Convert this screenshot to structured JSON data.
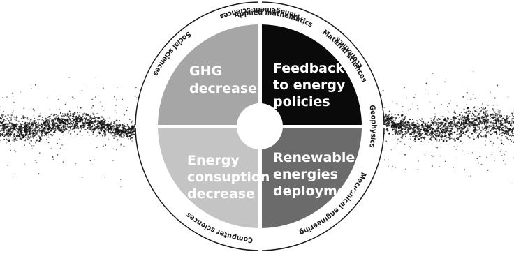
{
  "colors": {
    "ring": "#ffffff",
    "ring_stroke": "#1a1a1a",
    "gap": "#ffffff",
    "particles": "#111111"
  },
  "quadrants": [
    {
      "id": "ghg",
      "lines": [
        "GHG",
        "decrease"
      ],
      "fill": "#a6a6a6",
      "text_color": "#ffffff"
    },
    {
      "id": "feedback",
      "lines": [
        "Feedback",
        "to energy",
        "policies"
      ],
      "fill": "#0a0a0a",
      "text_color": "#ffffff"
    },
    {
      "id": "consumption",
      "lines": [
        "Energy",
        "consuption",
        "decrease"
      ],
      "fill": "#c4c4c4",
      "text_color": "#ffffff"
    },
    {
      "id": "renewable",
      "lines": [
        "Renewable",
        "energies",
        "deployment"
      ],
      "fill": "#6b6b6b",
      "text_color": "#ffffff"
    }
  ],
  "disciplines": [
    "Geophysics",
    "Mechanical engineering",
    "Computer sciences",
    "Economics",
    "Management sciences",
    "Social sciences",
    "Applied mathematics",
    "Material sciences"
  ]
}
